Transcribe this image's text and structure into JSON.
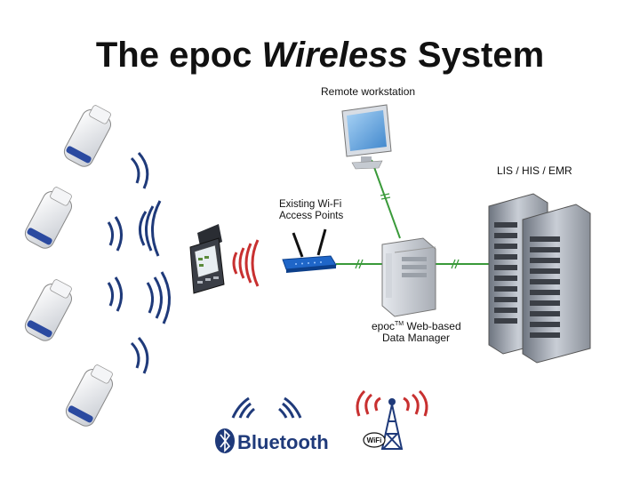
{
  "title": {
    "pre": "The epoc ",
    "em": "Wireless",
    "post": " System"
  },
  "labels": {
    "remote": "Remote workstation",
    "lis": "LIS / HIS  / EMR",
    "wifi_l1": "Existing Wi-Fi",
    "wifi_l2": "Access Points",
    "dm_brand": "epoc",
    "dm_tm": "TM",
    "dm_l1": " Web-based",
    "dm_l2": "Data Manager"
  },
  "logos": {
    "bluetooth": "Bluetooth",
    "wifi_badge": "WiFi"
  },
  "colors": {
    "link": "#3a9a3a",
    "wave_dark": "#1f3a7a",
    "wave_red": "#c83030",
    "monitor": "#4a8fd0"
  }
}
